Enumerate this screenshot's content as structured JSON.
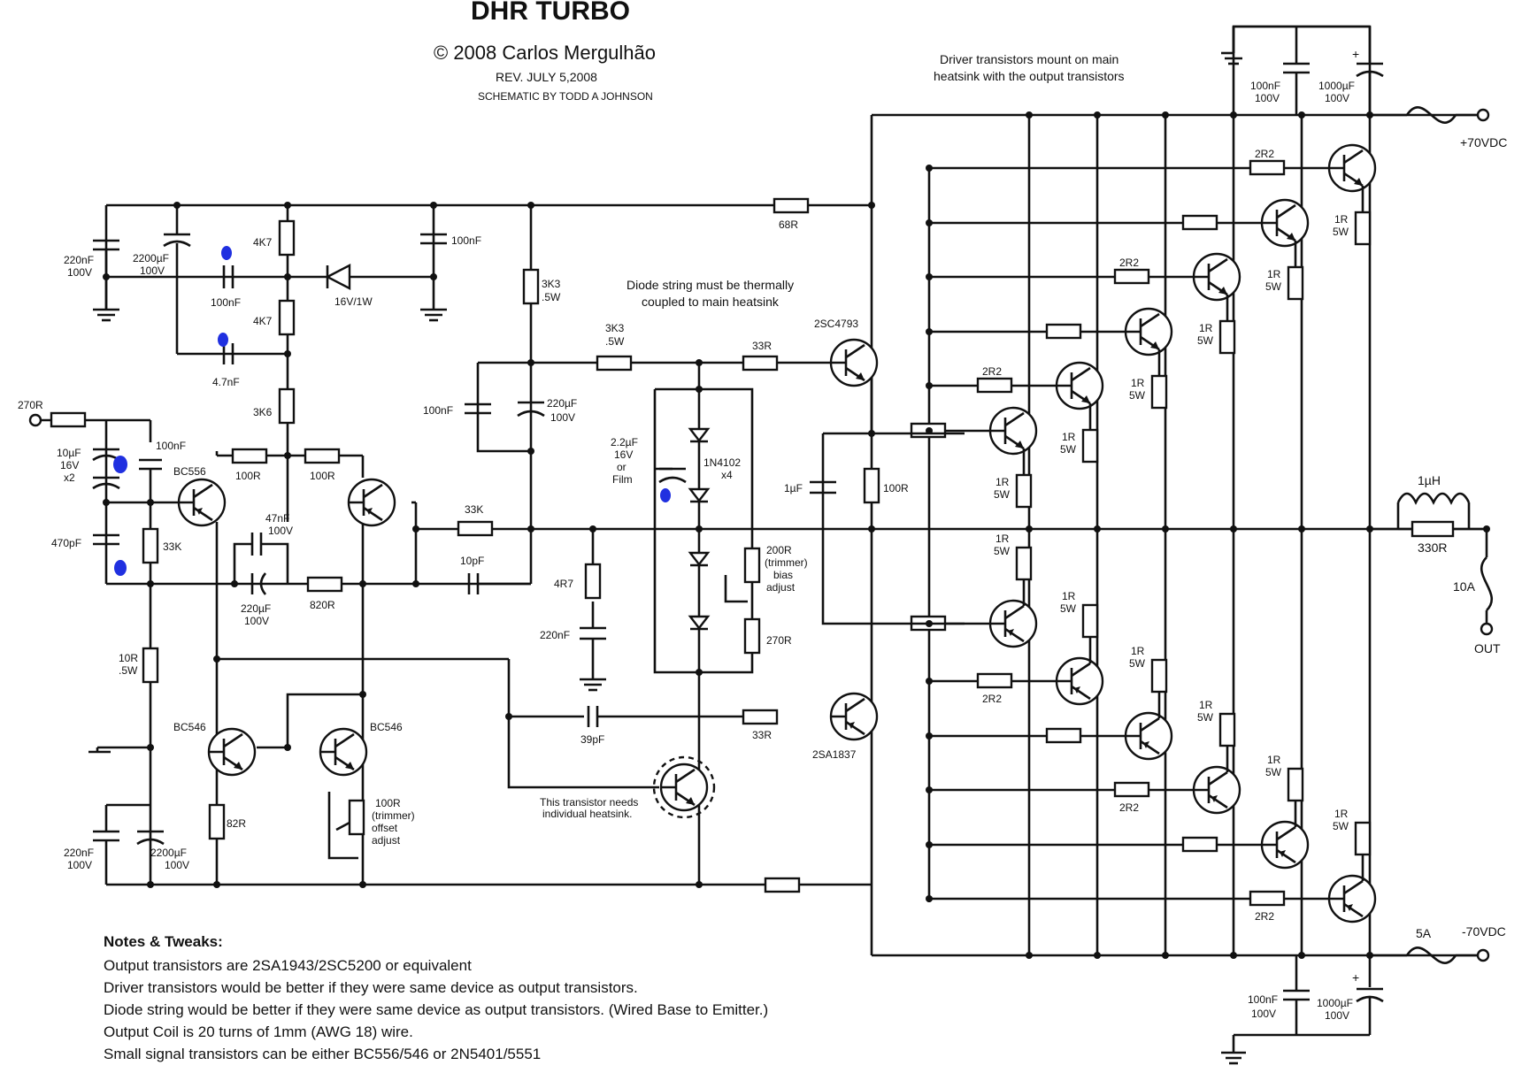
{
  "header": {
    "title": "DHR TURBO",
    "copyright": "© 2008 Carlos Mergulhão",
    "revision": "REV. JULY 5,2008",
    "schematic_by": "SCHEMATIC BY TODD A JOHNSON"
  },
  "annotations": {
    "driver_mount_1": "Driver transistors mount on main",
    "driver_mount_2": "heatsink with the output transistors",
    "diode_note_1": "Diode string must be thermally",
    "diode_note_2": "coupled to main heatsink",
    "transistor_note_1": "This transistor needs",
    "transistor_note_2": "individual heatsink."
  },
  "supply": {
    "pos_rail": "+70VDC",
    "neg_rail": "-70VDC",
    "fuse_neg": "5A",
    "fuse_out": "10A",
    "out": "OUT"
  },
  "labels": {
    "c_220n_top": "220nF",
    "c_220n_top_v": "100V",
    "c_2200u_top": "2200µF",
    "c_2200u_top_v": "100V",
    "r_4k7a": "4K7",
    "r_4k7b": "4K7",
    "c_100n_a": "100nF",
    "c_100n_b": "100nF",
    "zener": "16V/1W",
    "c_4u7": "4.7nF",
    "r_3k6": "3K6",
    "r_68r": "68R",
    "r_3k3_a": "3K3",
    "r_3k3_a_w": ".5W",
    "r_3k3_b": "3K3",
    "r_3k3_b_w": ".5W",
    "r_33r_a": "33R",
    "r_33r_b": "33R",
    "q_2sc4793": "2SC4793",
    "q_2sa1837": "2SA1837",
    "r_270r": "270R",
    "c_10u": "10µF",
    "c_10u_v": "16V",
    "c_10u_x": "x2",
    "c_100n_in": "100nF",
    "q_bc556": "BC556",
    "r_100r_a": "100R",
    "r_100r_b": "100R",
    "c_470p": "470pF",
    "r_33k_a": "33K",
    "r_33k_b": "33K",
    "c_47n": "47nF",
    "c_47n_v": "100V",
    "c_220u_a": "220µF",
    "c_220u_a_v": "100V",
    "r_820r": "820R",
    "c_10p": "10pF",
    "c_100n_mid": "100nF",
    "c_220u_b": "220µF",
    "c_220u_b_v": "100V",
    "c_2u2": "2.2µF",
    "c_2u2_v": "16V",
    "c_2u2_or": "or",
    "c_2u2_f": "Film",
    "d_1n4102": "1N4102",
    "d_x4": "x4",
    "r_200r": "200R",
    "r_200r_note": "(trimmer)",
    "bias_1": "bias",
    "bias_2": "adjust",
    "r_270r_b": "270R",
    "r_4r7": "4R7",
    "c_220n_mid": "220nF",
    "c_1u": "1µF",
    "r_100r_c": "100R",
    "r_10r": "10R",
    "r_10r_w": ".5W",
    "q_bc546a": "BC546",
    "q_bc546b": "BC546",
    "r_82r": "82R",
    "r_100r_off": "100R",
    "r_100r_off_note": "(trimmer)",
    "offset_1": "offset",
    "offset_2": "adjust",
    "c_220n_bot": "220nF",
    "c_220n_bot_v": "100V",
    "c_2200u_bot": "2200µF",
    "c_2200u_bot_v": "100V",
    "c_39p": "39pF",
    "c_100n_pr": "100nF",
    "c_100n_pr_v": "100V",
    "c_1000u_pr": "1000µF",
    "c_1000u_pr_v": "100V",
    "c_100n_nr": "100nF",
    "c_100n_nr_v": "100V",
    "c_1000u_nr": "1000µF",
    "c_1000u_nr_v": "100V",
    "l_1uh": "1µH",
    "r_330r": "330R",
    "r_2r2": "2R2",
    "r_1r": "1R",
    "r_5w": "5W"
  },
  "notes": {
    "heading": "Notes & Tweaks:",
    "lines": [
      "Output transistors are 2SA1943/2SC5200 or equivalent",
      "Driver transistors would be better if they were same device as output transistors.",
      "Diode string would be better if they were same device as output transistors. (Wired Base to Emitter.)",
      "Output Coil is 20 turns of 1mm (AWG 18) wire.",
      "Small signal transistors can be either BC556/546 or 2N5401/5551"
    ]
  },
  "colors": {
    "ink": "#111111",
    "marker": "#2030e0",
    "paper": "#ffffff"
  }
}
